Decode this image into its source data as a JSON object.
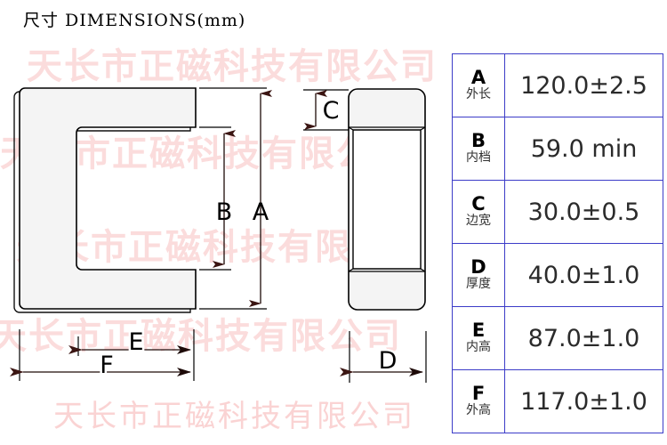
{
  "title": "尺寸 DIMENSIONS(mm)",
  "watermark": {
    "text": "天长市正磁科技有限公司",
    "repeat_text": "天长市正磁科技有限公司",
    "color": "#fbdcdc"
  },
  "colors": {
    "table_border": "#3c3cc8",
    "line": "#000000",
    "fill": "#f4f4f4",
    "arrow": "#3b1512",
    "watermark": "#fbdcdc"
  },
  "table": {
    "rows": [
      {
        "symbol": "A",
        "cn": "外长",
        "value": "120.0±2.5"
      },
      {
        "symbol": "B",
        "cn": "内档",
        "value": "59.0 min"
      },
      {
        "symbol": "C",
        "cn": "边宽",
        "value": "30.0±0.5"
      },
      {
        "symbol": "D",
        "cn": "厚度",
        "value": "40.0±1.0"
      },
      {
        "symbol": "E",
        "cn": "内高",
        "value": "87.0±1.0"
      },
      {
        "symbol": "F",
        "cn": "外高",
        "value": "117.0±1.0"
      }
    ]
  },
  "drawing": {
    "front_view": {
      "name": "C-core front view",
      "dimension_labels": [
        "A",
        "B",
        "E",
        "F"
      ]
    },
    "side_view": {
      "name": "C-core side view",
      "dimension_labels": [
        "C",
        "D"
      ]
    },
    "labels": {
      "A": "A",
      "B": "B",
      "C": "C",
      "D": "D",
      "E": "E",
      "F": "F"
    }
  }
}
